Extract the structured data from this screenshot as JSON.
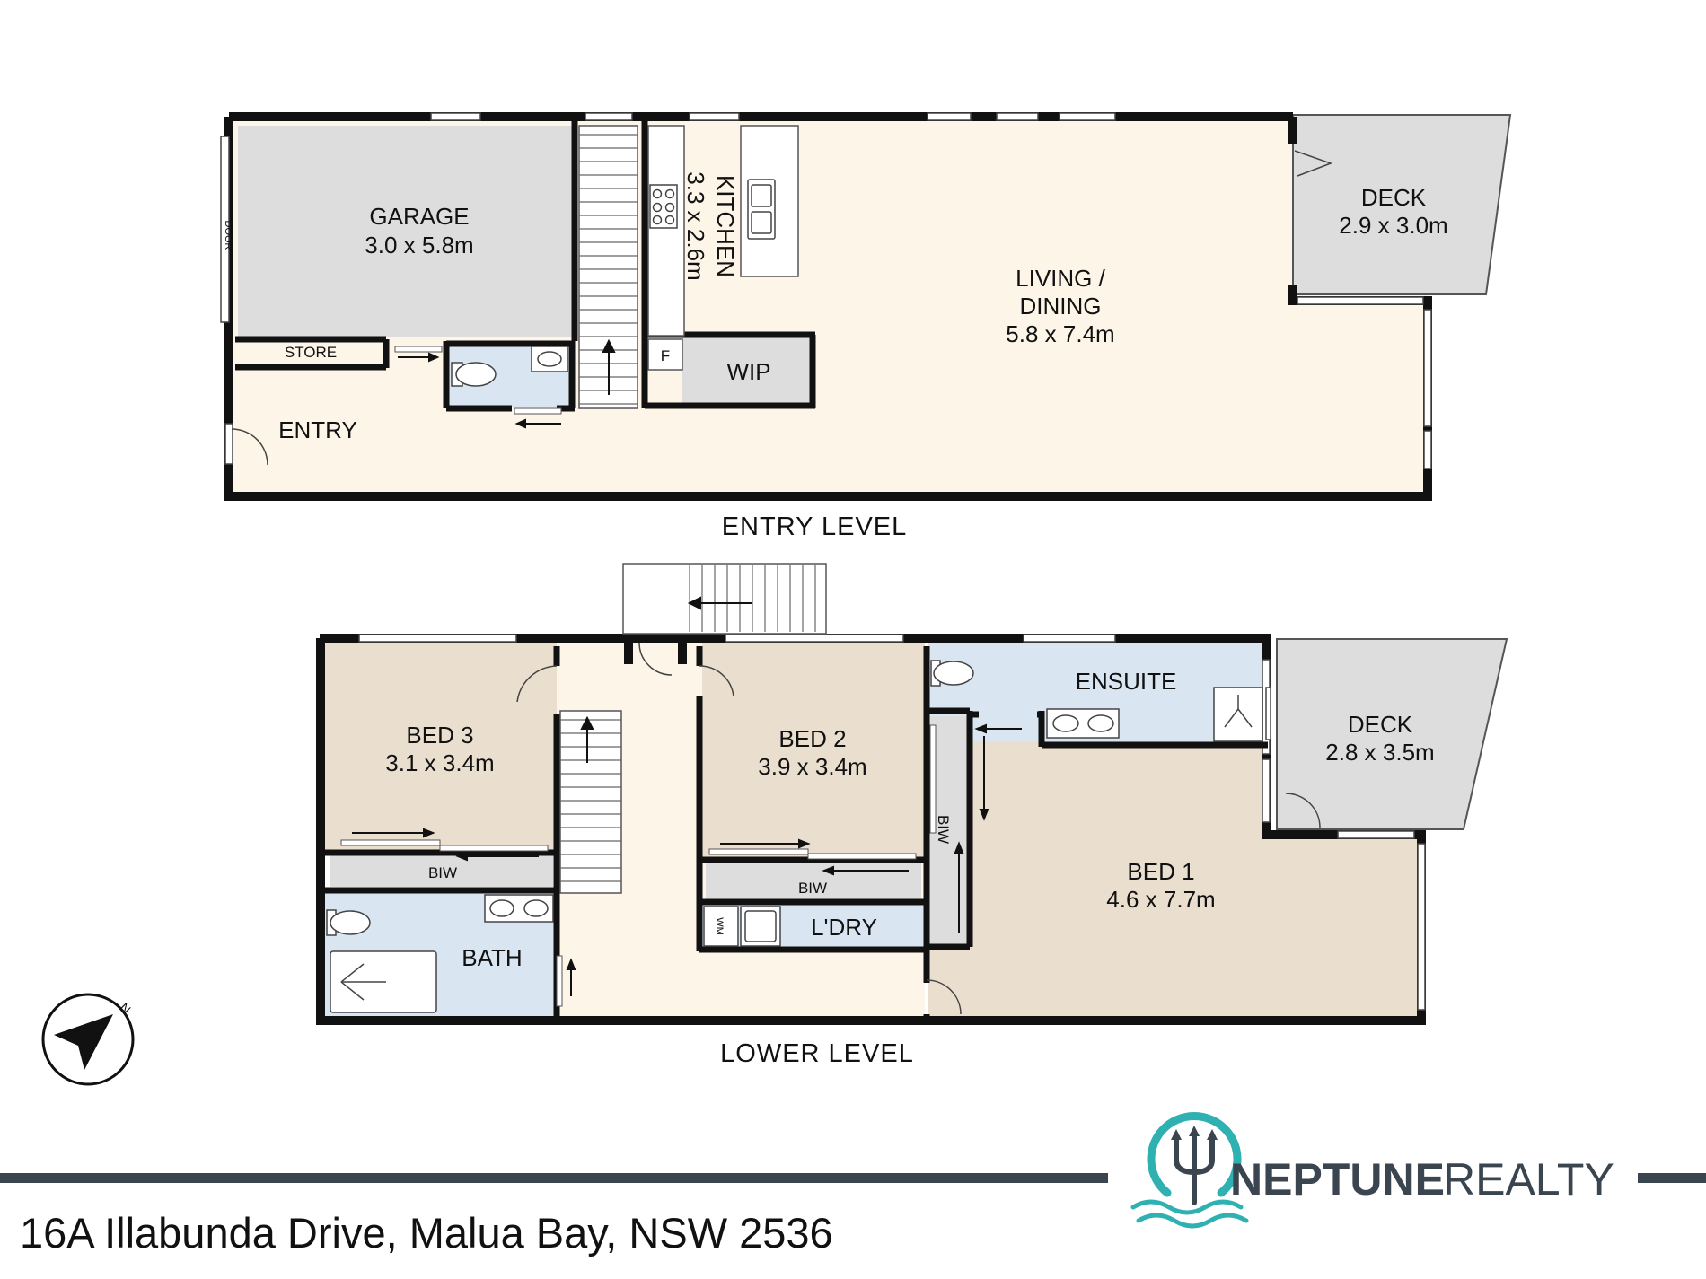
{
  "colors": {
    "wall": "#111111",
    "living": "#fdf5e8",
    "garage": "#dcdddc",
    "wet": "#d9e6f2",
    "bedroom": "#eadfcf",
    "deck": "#dcdddc",
    "brand_teal": "#2fb1b1",
    "brand_dark": "#3a4550",
    "bar": "#3a4550"
  },
  "entry_level": {
    "title": "ENTRY LEVEL",
    "garage": {
      "name": "GARAGE",
      "size": "3.0 x 5.8m",
      "door_label": "DOOR"
    },
    "store": "STORE",
    "entry": "ENTRY",
    "kitchen": {
      "name": "KITCHEN",
      "size": "3.3 x 2.6m"
    },
    "fridge": "F",
    "wip": "WIP",
    "living": {
      "name_line1": "LIVING /",
      "name_line2": "DINING",
      "size": "5.8 x 7.4m"
    },
    "deck": {
      "name": "DECK",
      "size": "2.9 x 3.0m"
    }
  },
  "lower_level": {
    "title": "LOWER LEVEL",
    "bed3": {
      "name": "BED 3",
      "size": "3.1 x 3.4m"
    },
    "bed2": {
      "name": "BED 2",
      "size": "3.9 x 3.4m"
    },
    "bed1": {
      "name": "BED 1",
      "size": "4.6 x 7.7m"
    },
    "ensuite": "ENSUITE",
    "deck": {
      "name": "DECK",
      "size": "2.8 x 3.5m"
    },
    "bath": "BATH",
    "laundry": "L'DRY",
    "washing_machine": "WM",
    "biw": "BIW"
  },
  "footer": {
    "address": "16A Illabunda Drive, Malua Bay, NSW 2536",
    "brand_word1": "NEPTUNE",
    "brand_word2": "REALTY",
    "compass_letter": "N"
  }
}
